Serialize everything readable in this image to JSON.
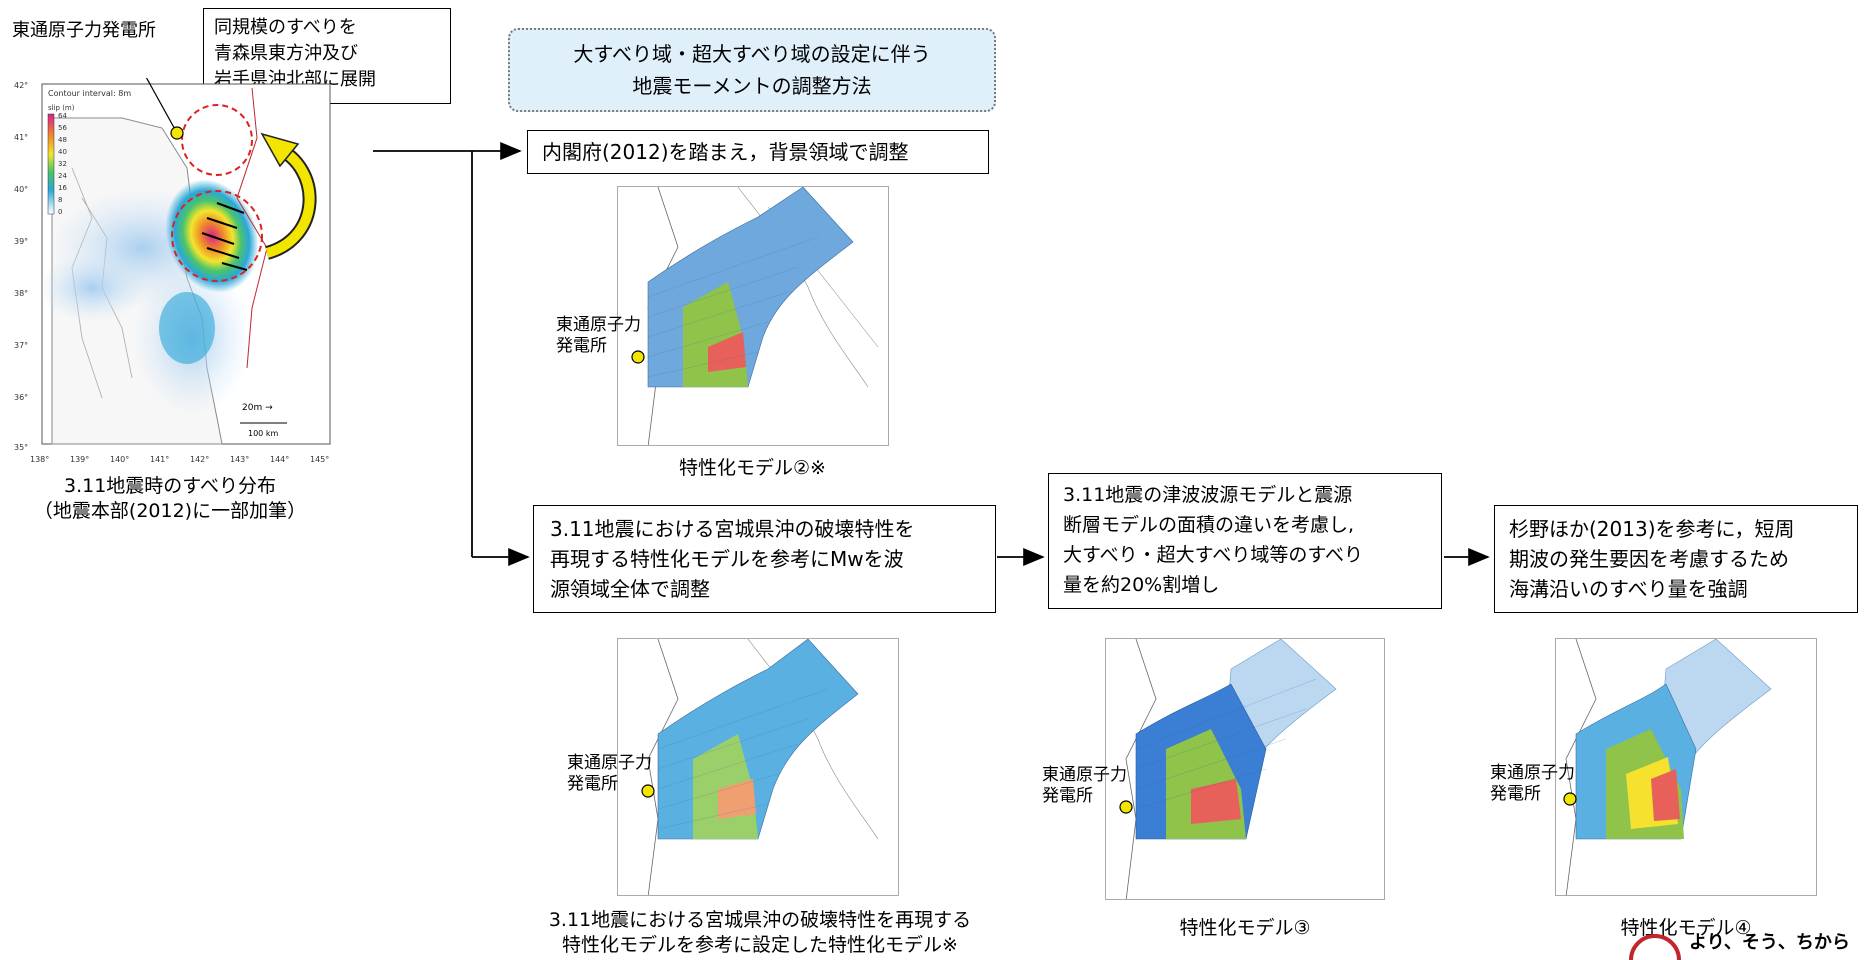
{
  "top_left": {
    "plant_label": "東通原子力発電所",
    "note_line1": "同規模のすべりを",
    "note_line2": "青森県東方沖及び",
    "note_line3": "岩手県沖北部に展開",
    "map_contour": "Contour interval: 8m",
    "map_slip_title": "slip (m)",
    "map_slip_ticks": [
      "64",
      "56",
      "48",
      "40",
      "32",
      "24",
      "16",
      "8",
      "0"
    ],
    "map_lat_ticks": [
      "42°",
      "41°",
      "40°",
      "39°",
      "38°",
      "37°",
      "36°",
      "35°"
    ],
    "map_lon_ticks": [
      "138°",
      "139°",
      "140°",
      "141°",
      "142°",
      "143°",
      "144°",
      "145°"
    ],
    "map_arrow_label": "20m →",
    "map_scale_label": "100 km",
    "caption_line1": "3.11地震時のすべり分布",
    "caption_line2": "（地震本部(2012)に一部加筆）"
  },
  "header": {
    "line1": "大すべり域・超大すべり域の設定に伴う",
    "line2": "地震モーメントの調整方法"
  },
  "branch_upper": {
    "label": "内閣府(2012)を踏まえ，背景領域で調整"
  },
  "branch_lower": {
    "line1": "3.11地震における宮城県沖の破壊特性を",
    "line2": "再現する特性化モデルを参考にMwを波",
    "line3": "源領域全体で調整"
  },
  "step2": {
    "line1": "3.11地震の津波波源モデルと震源",
    "line2": "断層モデルの面積の違いを考慮し,",
    "line3": "大すべり・超大すべり域等のすべり",
    "line4": "量を約20%割増し"
  },
  "step3": {
    "line1": "杉野ほか(2013)を参考に，短周",
    "line2": "期波の発生要因を考慮するため",
    "line3": "海溝沿いのすべり量を強調"
  },
  "maps": {
    "plant_line1": "東通原子力",
    "plant_line2": "発電所",
    "model2_caption": "特性化モデル②※",
    "modelA_caption1": "3.11地震における宮城県沖の破壊特性を再現する",
    "modelA_caption2": "特性化モデルを参考に設定した特性化モデル※",
    "model3_caption": "特性化モデル③",
    "model4_caption": "特性化モデル④"
  },
  "logo": {
    "text": "より、そう、ちから"
  },
  "colors": {
    "header_bg": "#dff0fb",
    "background_area": "#6fa8dc",
    "large_slip": "#8fc34a",
    "very_large_slip": "#e8605a",
    "yellow_slip": "#f5e12e",
    "plant_marker": "#f2e600",
    "logo_red": "#c0262c"
  }
}
